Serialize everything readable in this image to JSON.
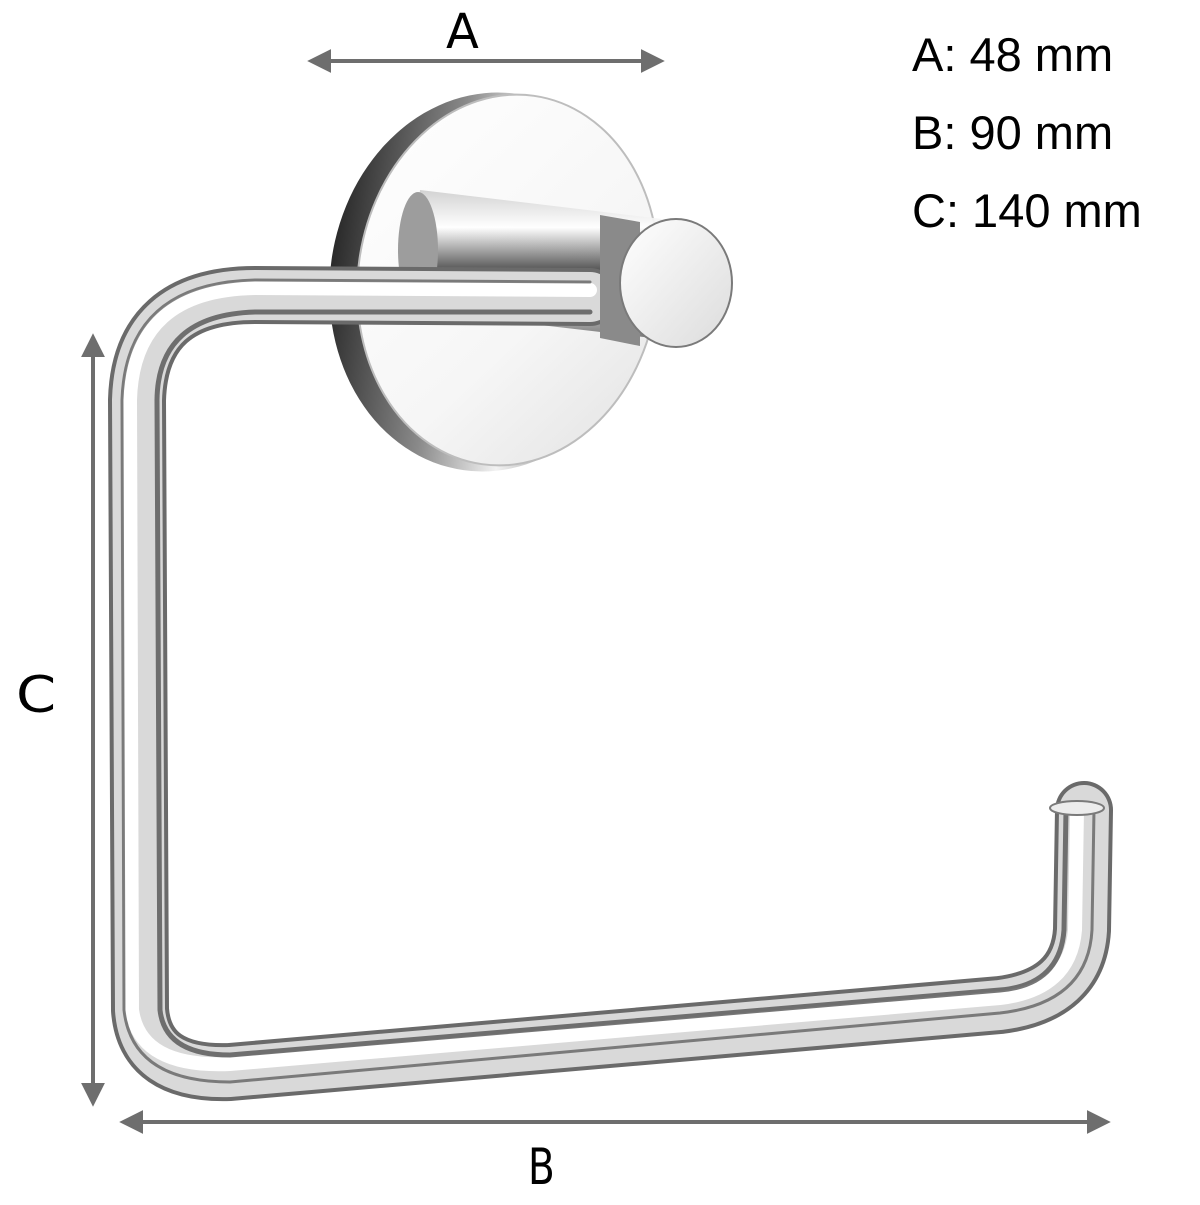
{
  "diagram": {
    "subject": "Chrome toilet roll holder with round wall plate",
    "background": "#ffffff",
    "dimension_line_color": "#6e6e6e",
    "dimension_labels": {
      "a": "A",
      "b": "B",
      "c": "C"
    },
    "specifications": [
      {
        "key": "A",
        "value": "48 mm",
        "text": "A: 48 mm"
      },
      {
        "key": "B",
        "value": "90 mm",
        "text": "B: 90 mm"
      },
      {
        "key": "C",
        "value": "140 mm",
        "text": "C: 140 mm"
      }
    ]
  }
}
